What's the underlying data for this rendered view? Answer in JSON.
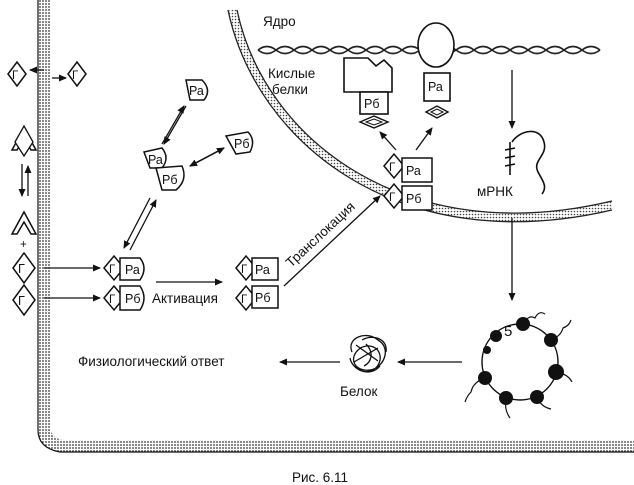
{
  "labels": {
    "nucleus": "Ядро",
    "acidic_proteins_line1": "Кислые",
    "acidic_proteins_line2": "белки",
    "mrna": "мРНК",
    "translocation": "Транслокация",
    "activation": "Активация",
    "physiological_response": "Физиологический ответ",
    "protein": "Белок",
    "ribosome_count": "5",
    "caption": "Рис. 6.11"
  },
  "symbols": {
    "hormone": "Г",
    "receptor_a": "Ра",
    "receptor_b": "Рб",
    "plus": "+"
  }
}
